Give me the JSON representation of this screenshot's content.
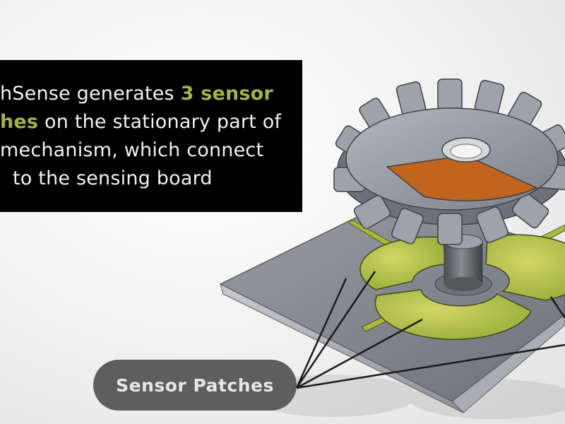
{
  "caption": {
    "line1_pre": "hSense generates ",
    "line1_highlight": "3 sensor",
    "line2_highlight": "hes",
    "line2_post": " on the stationary part of",
    "line3": "mechanism, which connect",
    "line4": "to the sensing board"
  },
  "label": {
    "text": "Sensor Patches"
  },
  "colors": {
    "highlight": "#a6b14a",
    "caption_bg": "#000000",
    "pill_bg": "#5e5e5e",
    "patch_fill": "#b8c447",
    "gear_patch": "#c0641e",
    "plate": "#7f8289"
  },
  "icons": [
    "gear-icon",
    "shaft-icon",
    "sensor-patch-icon",
    "pointer-line-icon"
  ]
}
